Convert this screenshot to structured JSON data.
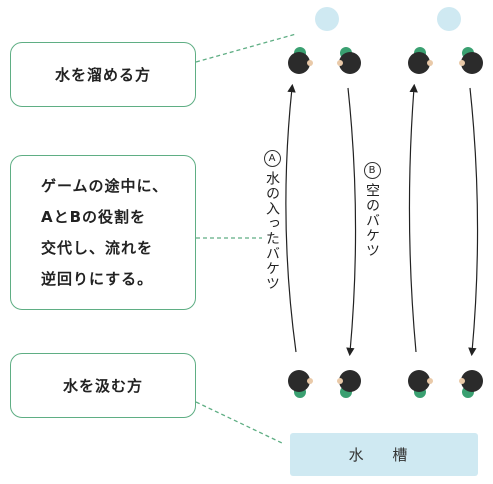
{
  "callouts": {
    "fill": "水を溜める方",
    "swap_lines": [
      "ゲームの途中に、",
      "AとBの役割を",
      "交代し、流れを",
      "逆回りにする。"
    ],
    "draw": "水を汲む方"
  },
  "tank_label": "水 槽",
  "bucket_a": {
    "marker": "A",
    "text": "水の入ったバケツ"
  },
  "bucket_b": {
    "marker": "B",
    "text": "空のバケツ"
  },
  "colors": {
    "accent_green": "#5fae84",
    "water": "#cfe9f2",
    "person_dark": "#2b2b2b",
    "person_green": "#3aa071",
    "skin": "#e9c9a8"
  }
}
